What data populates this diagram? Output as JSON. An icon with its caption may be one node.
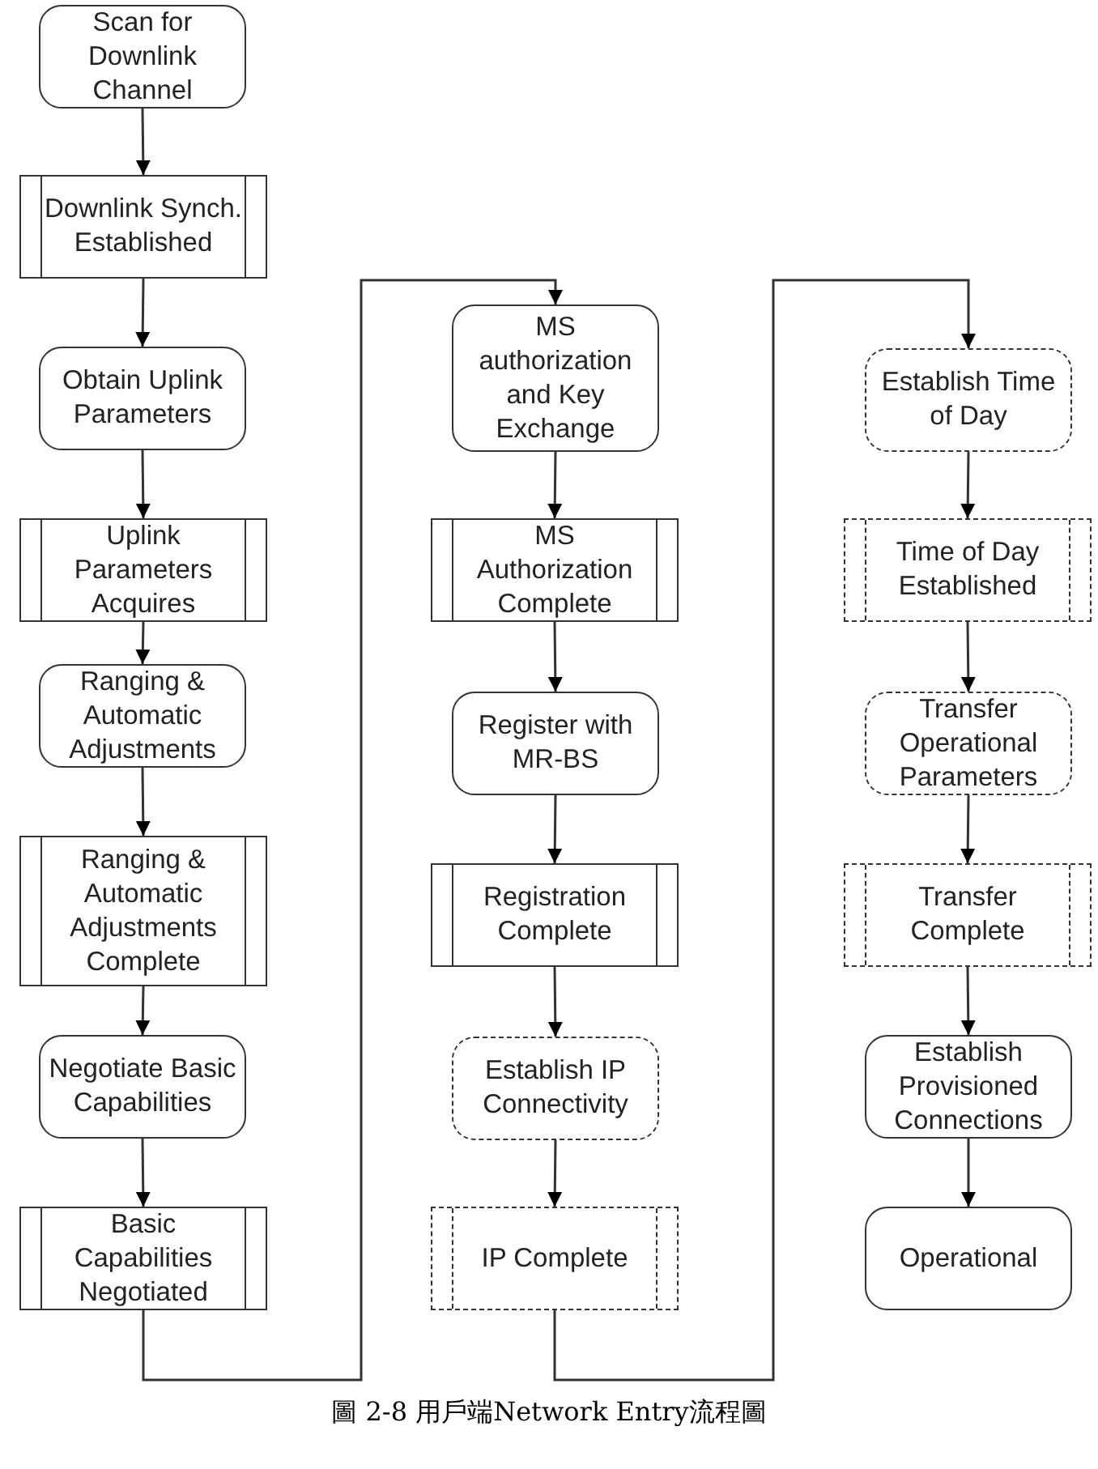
{
  "diagram": {
    "caption": "圖 2-8 用戶端Network Entry流程圖",
    "nodes": [
      {
        "text": [
          "Scan for Downlink Channel"
        ]
      },
      {
        "text": [
          "Downlink Synch. Established"
        ]
      },
      {
        "text": [
          "Obtain Uplink Parameters"
        ]
      },
      {
        "text": [
          "Uplink Parameters Acquires"
        ]
      },
      {
        "text": [
          "Ranging & Automatic Adjustments"
        ]
      },
      {
        "text": [
          "Ranging & Automatic Adjustments Complete"
        ]
      },
      {
        "text": [
          "Negotiate Basic Capabilities"
        ]
      },
      {
        "text": [
          "Basic Capabilities Negotiated"
        ]
      },
      {
        "text": [
          "MS authorization and Key Exchange"
        ]
      },
      {
        "text": [
          "MS Authorization Complete"
        ]
      },
      {
        "text": [
          "Register with MR-BS"
        ]
      },
      {
        "text": [
          "Registration Complete"
        ]
      },
      {
        "text": [
          "Establish IP Connectivity"
        ]
      },
      {
        "text": [
          "IP Complete"
        ]
      },
      {
        "text": [
          "Establish Time of Day"
        ]
      },
      {
        "text": [
          "Time of Day Established"
        ]
      },
      {
        "text": [
          "Transfer Operational Parameters"
        ]
      },
      {
        "text": [
          "Transfer Complete"
        ]
      },
      {
        "text": [
          "Establish Provisioned Connections"
        ]
      },
      {
        "text": [
          "Operational"
        ]
      }
    ],
    "edges": [
      {
        "from": 0,
        "to": 1,
        "arrow": "to"
      },
      {
        "from": 1,
        "to": 2,
        "arrow": "to"
      },
      {
        "from": 2,
        "to": 3,
        "arrow": "to"
      },
      {
        "from": 3,
        "to": 4,
        "arrow": "to"
      },
      {
        "from": 4,
        "to": 5,
        "arrow": "to"
      },
      {
        "from": 5,
        "to": 6,
        "arrow": "to"
      },
      {
        "from": 6,
        "to": 7,
        "arrow": "to"
      },
      {
        "from": 7,
        "to": 8,
        "arrow": "to"
      },
      {
        "from": 8,
        "to": 9,
        "arrow": "to"
      },
      {
        "from": 9,
        "to": 10,
        "arrow": "to"
      },
      {
        "from": 10,
        "to": 11,
        "arrow": "to"
      },
      {
        "from": 11,
        "to": 12,
        "arrow": "to"
      },
      {
        "from": 12,
        "to": 13,
        "arrow": "to"
      },
      {
        "from": 13,
        "to": 14,
        "arrow": "to"
      },
      {
        "from": 14,
        "to": 15,
        "arrow": "to"
      },
      {
        "from": 15,
        "to": 16,
        "arrow": "to"
      },
      {
        "from": 16,
        "to": 17,
        "arrow": "to"
      },
      {
        "from": 17,
        "to": 18,
        "arrow": "to"
      },
      {
        "from": 18,
        "to": 19,
        "arrow": "to"
      }
    ]
  }
}
